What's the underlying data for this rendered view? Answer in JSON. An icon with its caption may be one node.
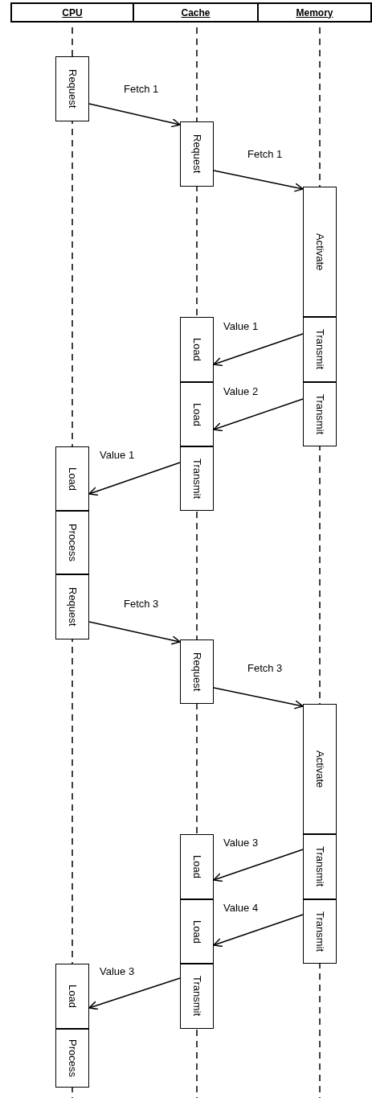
{
  "diagram": {
    "nodes": [
      {
        "text": [
          "CPU"
        ]
      },
      {
        "text": [
          "Cache"
        ]
      },
      {
        "text": [
          "Memory"
        ]
      },
      {
        "text": [
          "Request"
        ]
      },
      {
        "text": [
          "Request"
        ]
      },
      {
        "text": [
          "Activate"
        ]
      },
      {
        "text": [
          "Load"
        ]
      },
      {
        "text": [
          "Transmit"
        ]
      },
      {
        "text": [
          "Load"
        ]
      },
      {
        "text": [
          "Transmit"
        ]
      },
      {
        "text": [
          "Load"
        ]
      },
      {
        "text": [
          "Transmit"
        ]
      },
      {
        "text": [
          "Process"
        ]
      },
      {
        "text": [
          "Request"
        ]
      },
      {
        "text": [
          "Request"
        ]
      },
      {
        "text": [
          "Activate"
        ]
      },
      {
        "text": [
          "Load"
        ]
      },
      {
        "text": [
          "Transmit"
        ]
      },
      {
        "text": [
          "Load"
        ]
      },
      {
        "text": [
          "Transmit"
        ]
      },
      {
        "text": [
          "Load"
        ]
      },
      {
        "text": [
          "Transmit"
        ]
      },
      {
        "text": [
          "Process"
        ]
      }
    ],
    "edges": [
      {
        "from": 3,
        "to": 4,
        "arrow": "to",
        "label": "Fetch 1"
      },
      {
        "from": 4,
        "to": 5,
        "arrow": "to",
        "label": "Fetch 1"
      },
      {
        "from": 7,
        "to": 6,
        "arrow": "to",
        "label": "Value 1"
      },
      {
        "from": 9,
        "to": 8,
        "arrow": "to",
        "label": "Value 2"
      },
      {
        "from": 11,
        "to": 10,
        "arrow": "to",
        "label": "Value 1"
      },
      {
        "from": 13,
        "to": 14,
        "arrow": "to",
        "label": "Fetch 3"
      },
      {
        "from": 14,
        "to": 15,
        "arrow": "to",
        "label": "Fetch 3"
      },
      {
        "from": 17,
        "to": 16,
        "arrow": "to",
        "label": "Value 3"
      },
      {
        "from": 19,
        "to": 18,
        "arrow": "to",
        "label": "Value 4"
      },
      {
        "from": 21,
        "to": 20,
        "arrow": "to",
        "label": "Value 3"
      }
    ]
  }
}
